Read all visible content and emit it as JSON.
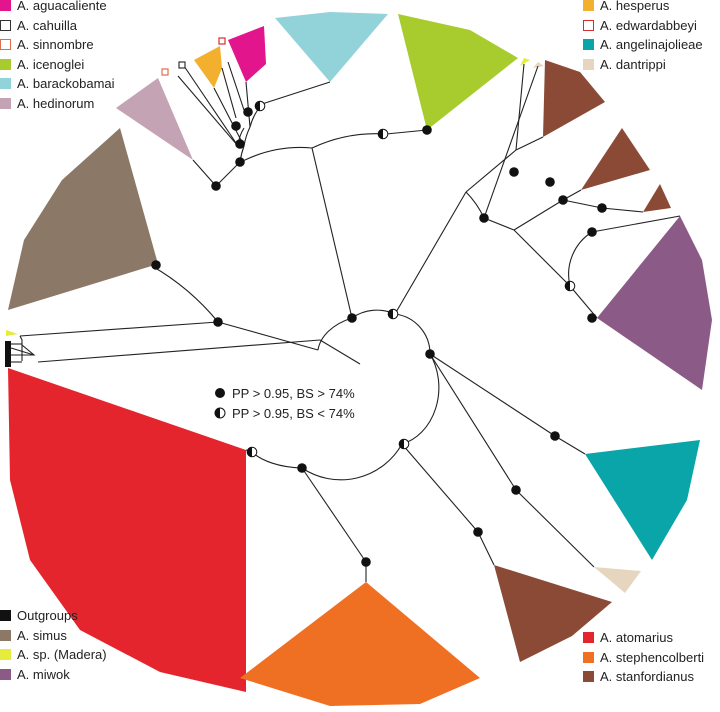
{
  "legend_top_left": [
    {
      "label": "A. aguacaliente",
      "color": "#e3158d",
      "outline": false
    },
    {
      "label": "A. cahuilla",
      "color": "#ffffff",
      "outline": true,
      "stroke": "#333333"
    },
    {
      "label": "A. sinnombre",
      "color": "#ffffff",
      "outline": true,
      "stroke": "#e06d50"
    },
    {
      "label": "A. icenoglei",
      "color": "#a8cc2e",
      "outline": false
    },
    {
      "label": "A. barackobamai",
      "color": "#92d3d9",
      "outline": false
    },
    {
      "label": "A. hedinorum",
      "color": "#c4a3b5",
      "outline": false
    }
  ],
  "legend_top_right": [
    {
      "label": "A. hesperus",
      "color": "#f3b02f",
      "outline": false
    },
    {
      "label": "A. edwardabbeyi",
      "color": "#ffffff",
      "outline": true,
      "stroke": "#d92d2d"
    },
    {
      "label": "A. angelinajolieae",
      "color": "#0aa5a8",
      "outline": false
    },
    {
      "label": "A. dantrippi",
      "color": "#e6d6bf",
      "outline": false
    }
  ],
  "legend_bottom_left": [
    {
      "label": "Outgroups",
      "color": "#111111",
      "outline": false
    },
    {
      "label": "A. simus",
      "color": "#8c7866",
      "outline": false
    },
    {
      "label": "A. sp. (Madera)",
      "color": "#e5ec3c",
      "outline": false
    },
    {
      "label": "A. miwok",
      "color": "#8b5a86",
      "outline": false
    }
  ],
  "legend_bottom_right": [
    {
      "label": "A. atomarius",
      "color": "#e5252d",
      "outline": false
    },
    {
      "label": "A. stephencolberti",
      "color": "#f07023",
      "outline": false
    },
    {
      "label": "A. stanfordianus",
      "color": "#8b4a36",
      "outline": false
    }
  ],
  "support_legend": [
    {
      "symbol": "full",
      "label": "PP > 0.95, BS > 74%"
    },
    {
      "symbol": "half",
      "label": "PP > 0.95, BS < 74%"
    }
  ]
}
